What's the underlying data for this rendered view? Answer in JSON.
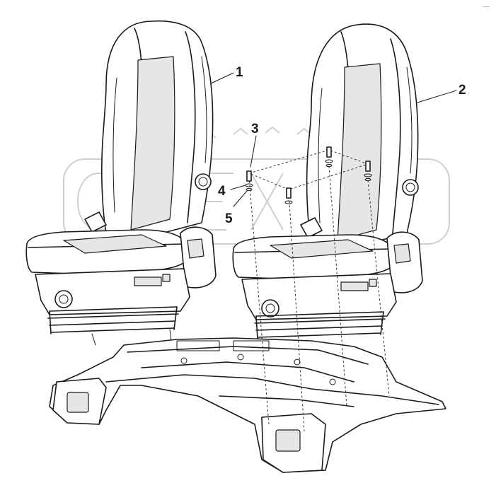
{
  "callouts": [
    {
      "id": "1",
      "label": "1"
    },
    {
      "id": "2",
      "label": "2"
    },
    {
      "id": "3",
      "label": "3"
    },
    {
      "id": "4",
      "label": "4"
    },
    {
      "id": "5",
      "label": "5"
    }
  ],
  "watermark": {
    "text": "OPEX"
  },
  "corner_mark": {
    "text": "—"
  }
}
